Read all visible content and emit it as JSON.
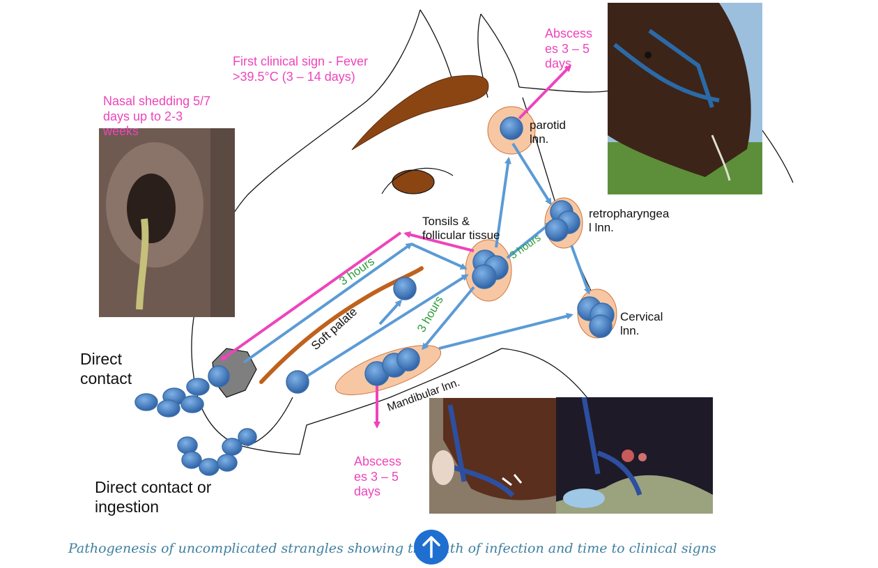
{
  "labels": {
    "nasal_shedding": "Nasal shedding 5/7\ndays up to 2-3\nweeks",
    "first_sign": "First clinical sign -  Fever\n>39.5°C (3 – 14 days)",
    "abscess_top": "Abscess\nes 3 – 5\ndays",
    "abscess_bottom": "Abscess\nes 3 – 5\ndays",
    "parotid": "parotid\nlnn.",
    "retropharyngeal": "retropharyngea\nl lnn.",
    "tonsils": "Tonsils &\nfollicular tissue",
    "cervical": "Cervical\nlnn.",
    "mandibular": "Mandibular lnn.",
    "soft_palate": "Soft palate",
    "direct_contact": "Direct\ncontact",
    "direct_contact_ingestion": "Direct contact or\ningestion",
    "hours_1": "3 hours",
    "hours_2": "3 hours",
    "hours_3": "3 hours"
  },
  "caption": "Pathogenesis of uncomplicated strangles showing the path of infection and time to clinical signs",
  "colors": {
    "pink_text": "#ee44bb",
    "green_text": "#2a9d3a",
    "arrow_blue": "#5b9bd5",
    "arrow_pink": "#ee44bb",
    "node_fill": "#f7c7a3",
    "bacteria_fill": "#4a7fc1",
    "caption": "#3f7f9f",
    "scroll_button": "#1f6fd1"
  },
  "icons": {
    "scroll_top": "arrow-up-icon"
  }
}
